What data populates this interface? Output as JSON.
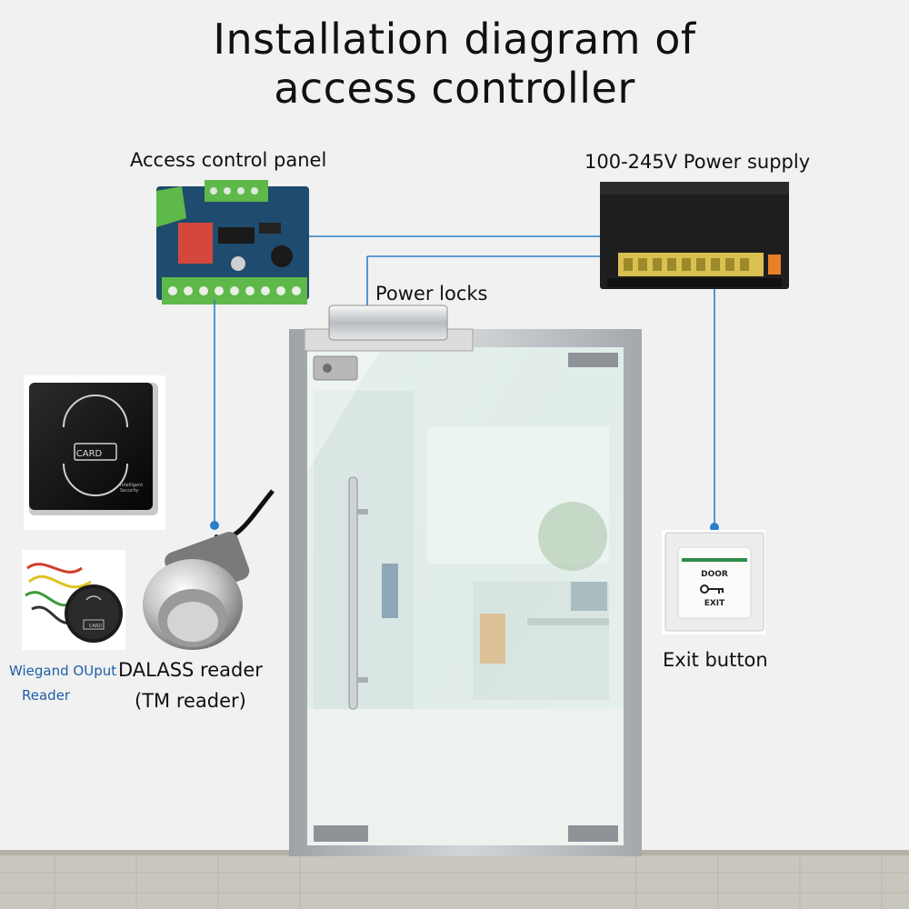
{
  "title": {
    "line1": "Installation diagram of",
    "line2": "access controller"
  },
  "components": {
    "access_panel": "Access control panel",
    "power_supply": "100-245V Power supply",
    "power_locks": "Power locks",
    "exit_button": "Exit button",
    "dallas_reader_line1": "DALASS reader",
    "dallas_reader_line2": "(TM reader)",
    "wiegand_line1": "Wiegand OUput",
    "wiegand_line2": "Reader"
  },
  "device_text": {
    "card_reader_label": "CARD",
    "card_reader_brand_line1": "Intelligent",
    "card_reader_brand_line2": "Security",
    "wiegand_card_label": "CARD",
    "exit_door": "DOOR",
    "exit_exit": "EXIT"
  },
  "colors": {
    "wire": "#2a7fc9",
    "pcb": "#1f4b6e",
    "terminal": "#5fb84a",
    "frame": "#b9bdc2"
  }
}
